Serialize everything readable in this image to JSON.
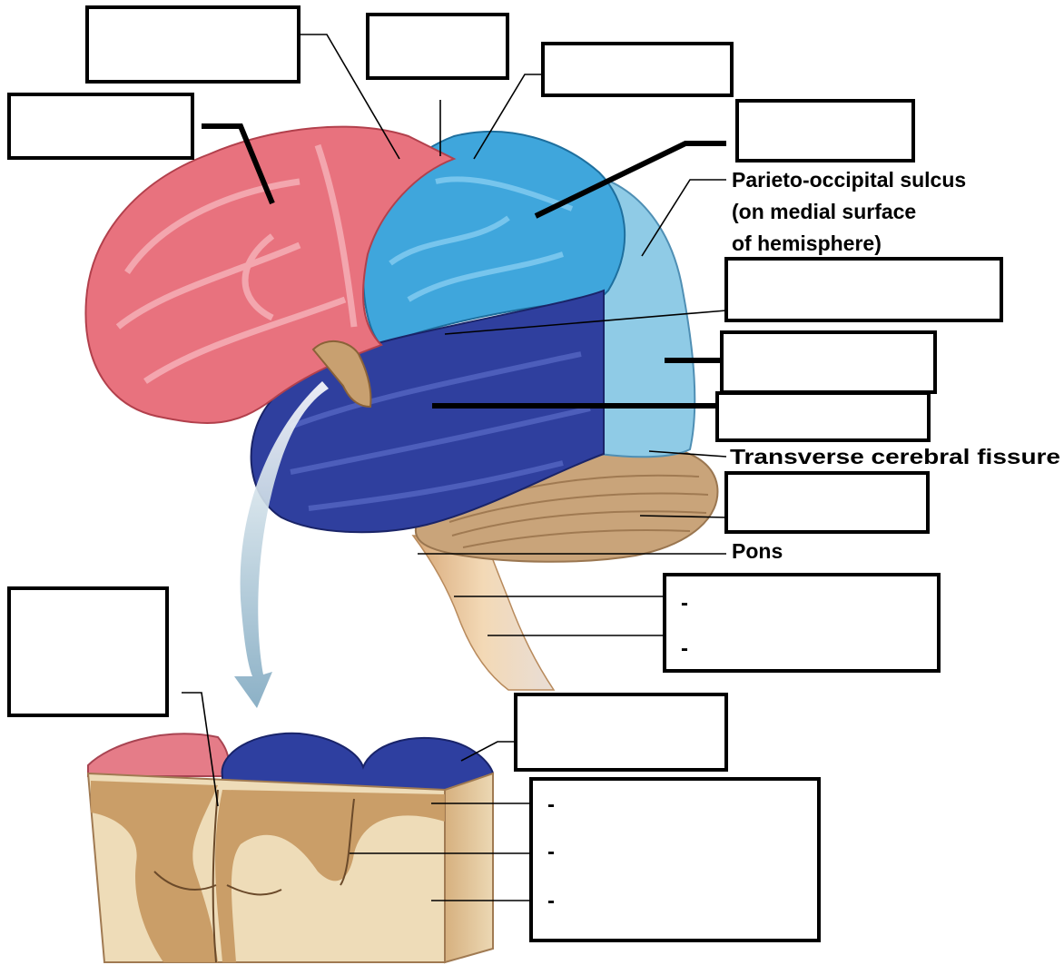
{
  "labels": {
    "parieto_occipital_line1": "Parieto-occipital sulcus",
    "parieto_occipital_line2": "(on medial surface",
    "parieto_occipital_line3": "of hemisphere)",
    "transverse_fissure": "Transverse cerebral fissure",
    "pons": "Pons"
  },
  "answer_boxes": {
    "brainstem_dashes": [
      "-",
      "-"
    ],
    "section_dashes": [
      "-",
      "-",
      "-"
    ]
  },
  "colors": {
    "frontal_lobe": "#e8727e",
    "parietal_lobe": "#3fa6dc",
    "temporal_lobe": "#2f3f9e",
    "occipital_lobe": "#8fcbe6",
    "cerebellum": "#c9a47a",
    "brainstem": "#e3c29a",
    "gray_matter": "#c79a63",
    "white_matter": "#f1dfc0",
    "arrow": "#8fb3c7"
  }
}
